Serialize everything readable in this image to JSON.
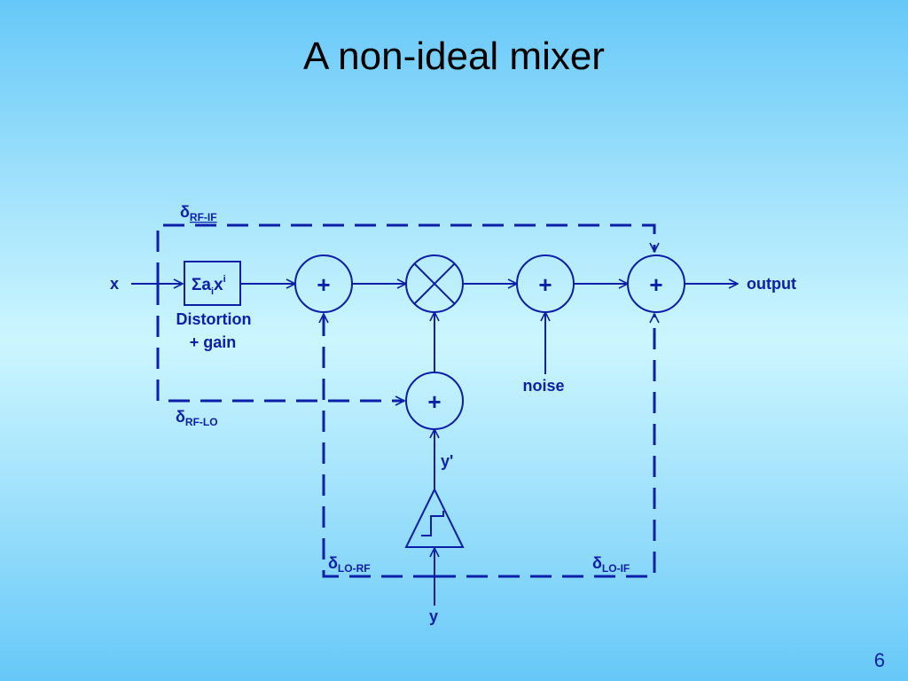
{
  "title": "A non-ideal mixer",
  "slide_number": "6",
  "colors": {
    "diagram": "#0b1fa8",
    "background_edge": "#66c8f8",
    "background_center": "#ccf6fe"
  },
  "labels": {
    "input_x": "x",
    "output": "output",
    "distortion_line1": "Distortion",
    "distortion_line2": "+ gain",
    "noise": "noise",
    "y_prime": "y'",
    "y": "y",
    "poly_sigma": "Σ",
    "poly_a": "a",
    "poly_sub": "i",
    "poly_x": "x",
    "poly_sup": "i",
    "plus": "+",
    "delta": "δ",
    "rf_if": "RF-IF",
    "rf_lo": "RF-LO",
    "lo_rf": "LO-RF",
    "lo_if": "LO-IF"
  },
  "icons": [
    "summing-junction",
    "multiplier-cross",
    "limiter-amplifier"
  ]
}
